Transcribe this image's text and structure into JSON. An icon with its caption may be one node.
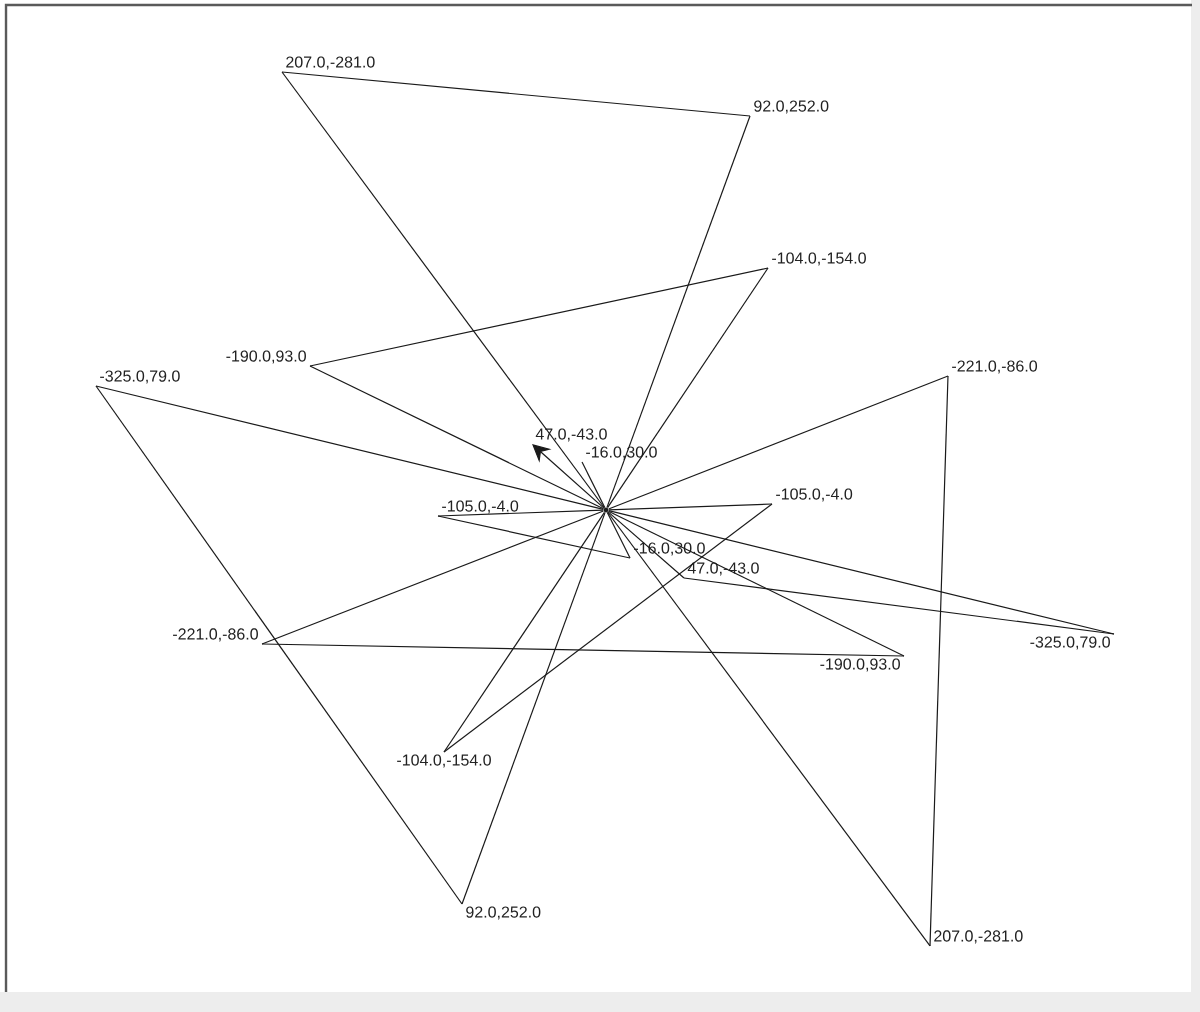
{
  "diagram": {
    "nodes": [
      {
        "text": [
          "207.0,-281.0"
        ]
      },
      {
        "text": [
          "92.0,252.0"
        ]
      },
      {
        "text": [
          "-104.0,-154.0"
        ]
      },
      {
        "text": [
          "-190.0,93.0"
        ]
      },
      {
        "text": [
          "-221.0,-86.0"
        ]
      },
      {
        "text": [
          "-325.0,79.0"
        ]
      },
      {
        "text": [
          "47.0,-43.0"
        ]
      },
      {
        "text": [
          "-16.0,30.0"
        ]
      },
      {
        "text": [],
        "shape": "circle"
      },
      {
        "text": [
          "-105.0,-4.0"
        ]
      },
      {
        "text": [
          "-105.0,-4.0"
        ]
      },
      {
        "text": [
          "-16.0,30.0"
        ]
      },
      {
        "text": [
          "47.0,-43.0"
        ]
      },
      {
        "text": [
          "-221.0,-86.0"
        ]
      },
      {
        "text": [
          "-190.0,93.0"
        ]
      },
      {
        "text": [
          "-325.0,79.0"
        ]
      },
      {
        "text": [
          "-104.0,-154.0"
        ]
      },
      {
        "text": [
          "92.0,252.0"
        ]
      },
      {
        "text": [
          "207.0,-281.0"
        ]
      }
    ],
    "edges": [
      {
        "from": 0,
        "to": 1,
        "arrow": "none"
      },
      {
        "from": 0,
        "to": 8,
        "arrow": "none"
      },
      {
        "from": 1,
        "to": 8,
        "arrow": "none"
      },
      {
        "from": 2,
        "to": 3,
        "arrow": "none"
      },
      {
        "from": 2,
        "to": 8,
        "arrow": "none"
      },
      {
        "from": 3,
        "to": 8,
        "arrow": "none"
      },
      {
        "from": 4,
        "to": 18,
        "arrow": "none"
      },
      {
        "from": 4,
        "to": 8,
        "arrow": "none"
      },
      {
        "from": 5,
        "to": 17,
        "arrow": "none"
      },
      {
        "from": 5,
        "to": 8,
        "arrow": "none"
      },
      {
        "from": 8,
        "to": 6,
        "arrow": "to"
      },
      {
        "from": 7,
        "to": 8,
        "arrow": "none"
      },
      {
        "from": 9,
        "to": 11,
        "arrow": "none"
      },
      {
        "from": 9,
        "to": 8,
        "arrow": "none"
      },
      {
        "from": 10,
        "to": 16,
        "arrow": "none"
      },
      {
        "from": 10,
        "to": 8,
        "arrow": "none"
      },
      {
        "from": 11,
        "to": 8,
        "arrow": "none"
      },
      {
        "from": 12,
        "to": 15,
        "arrow": "none"
      },
      {
        "from": 12,
        "to": 8,
        "arrow": "none"
      },
      {
        "from": 13,
        "to": 14,
        "arrow": "none"
      },
      {
        "from": 13,
        "to": 8,
        "arrow": "none"
      },
      {
        "from": 14,
        "to": 8,
        "arrow": "none"
      },
      {
        "from": 15,
        "to": 8,
        "arrow": "none"
      },
      {
        "from": 16,
        "to": 8,
        "arrow": "none"
      },
      {
        "from": 17,
        "to": 8,
        "arrow": "none"
      },
      {
        "from": 18,
        "to": 8,
        "arrow": "none"
      }
    ]
  }
}
